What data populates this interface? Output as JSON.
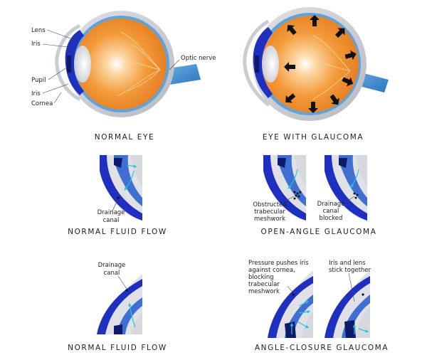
{
  "captions": {
    "normal_eye": "NORMAL EYE",
    "eye_with_glaucoma": "EYE WITH GLAUCOMA",
    "normal_fluid_flow_1": "NORMAL FLUID FLOW",
    "open_angle_glaucoma": "OPEN-ANGLE GLAUCOMA",
    "normal_fluid_flow_2": "NORMAL FLUID FLOW",
    "angle_closure_glaucoma": "ANGLE-CLOSURE GLAUCOMA"
  },
  "eye_labels": {
    "lens": "Lens",
    "iris_top": "Iris",
    "pupil": "Pupil",
    "iris_bottom": "Iris",
    "cornea": "Cornea",
    "optic_nerve": "Optic nerve"
  },
  "fluid_labels": {
    "drainage_1": "Drainage",
    "canal_1": "canal",
    "obstructed_1": "Obstructed",
    "obstructed_2": "trabecular",
    "obstructed_3": "meshwork",
    "blocked_1": "Drainage",
    "blocked_2": "canal",
    "blocked_3": "blocked",
    "drainage_2": "Drainage",
    "canal_2": "canal",
    "pressure_1": "Pressure pushes iris",
    "pressure_2": "against cornea,",
    "pressure_3": "blocking",
    "pressure_4": "trabecular",
    "pressure_5": "meshwork",
    "stick_1": "Iris and lens",
    "stick_2": "stick together"
  },
  "colors": {
    "vitreous": "#f08c2c",
    "sclera": "#c9ccd3",
    "choroid": "#2f7ec6",
    "iris": "#1f2fbf",
    "lens": "#e6e6ea",
    "fluid_arrow": "#27c3e0",
    "pressure_arrow": "#111111"
  }
}
